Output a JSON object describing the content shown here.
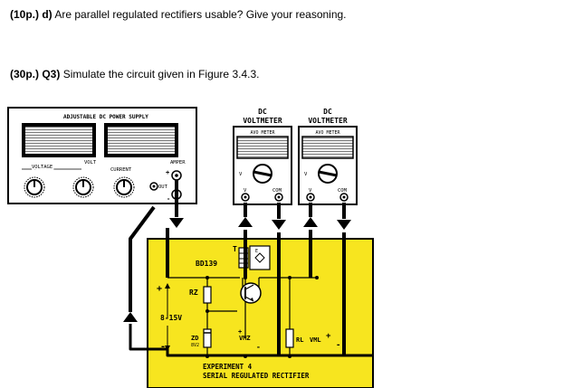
{
  "questions": [
    {
      "number": "(10p.) d)",
      "text": "Are parallel regulated rectifiers usable? Give your reasoning."
    },
    {
      "number": "(30p.) Q3)",
      "text": "Simulate the circuit given in Figure 3.4.3."
    }
  ],
  "figure": {
    "power_supply": {
      "title": "ADJUSTABLE DC POWER SUPPLY",
      "meter_left": "VOLT",
      "meter_right": "AMPER",
      "knob_voltage": "VOLTAGE",
      "knob_current": "CURRENT",
      "output": "OUT",
      "plus": "+",
      "minus": "-"
    },
    "voltmeter_1": {
      "title_1": "DC",
      "title_2": "VOLTMETER",
      "sub": "AVO METER",
      "v_label": "V",
      "terminal_v": "V",
      "terminal_com": "COM"
    },
    "voltmeter_2": {
      "title_1": "DC",
      "title_2": "VOLTMETER",
      "sub": "AVO METER",
      "v_label": "V",
      "terminal_v": "V",
      "terminal_com": "COM"
    },
    "board": {
      "transistor": "BD139",
      "transistor_letter": "T",
      "tab_letter": "E",
      "rz": "RZ",
      "input_range": "8-15V",
      "zener": "ZD",
      "zener_value": "8V2",
      "vmz": "VMZ",
      "rl": "RL",
      "vml": "VML",
      "plus": "+",
      "minus": "-",
      "experiment_line1": "EXPERIMENT 4",
      "experiment_line2": "SERIAL REGULATED RECTIFIER"
    }
  }
}
